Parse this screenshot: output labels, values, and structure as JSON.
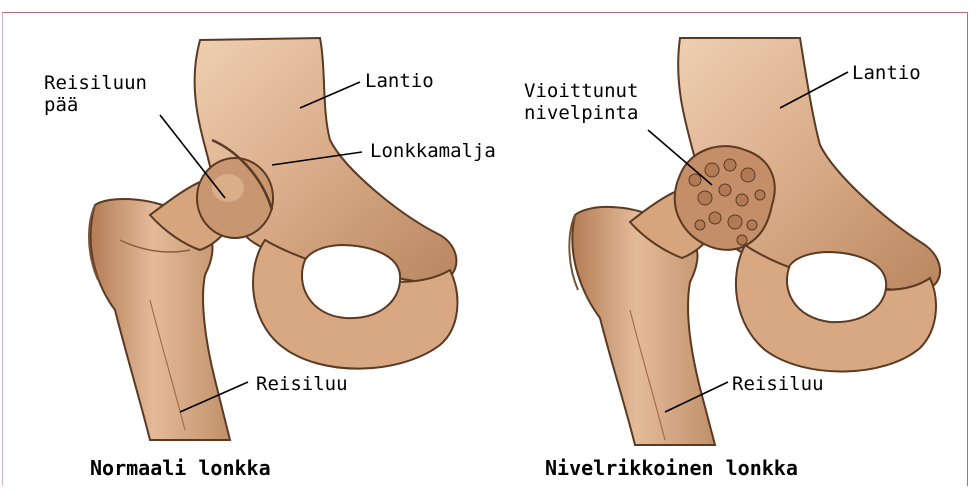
{
  "left_figure": {
    "caption": "Normaali lonkka",
    "labels": {
      "femoral_head_line1": "Reisiluun",
      "femoral_head_line2": "pää",
      "pelvis": "Lantio",
      "acetabulum": "Lonkkamalja",
      "femur": "Reisiluu"
    }
  },
  "right_figure": {
    "caption": "Nivelrikkoinen lonkka",
    "labels": {
      "worn_surface_line1": "Vioittunut",
      "worn_surface_line2": "nivelpinta",
      "pelvis": "Lantio",
      "femur": "Reisiluu"
    }
  },
  "colors": {
    "bone_fill": "#d9ab88",
    "bone_light": "#ecc9ab",
    "bone_shadow": "#a9754f",
    "outline": "#5a3a22",
    "frame": "#b86a7a"
  }
}
